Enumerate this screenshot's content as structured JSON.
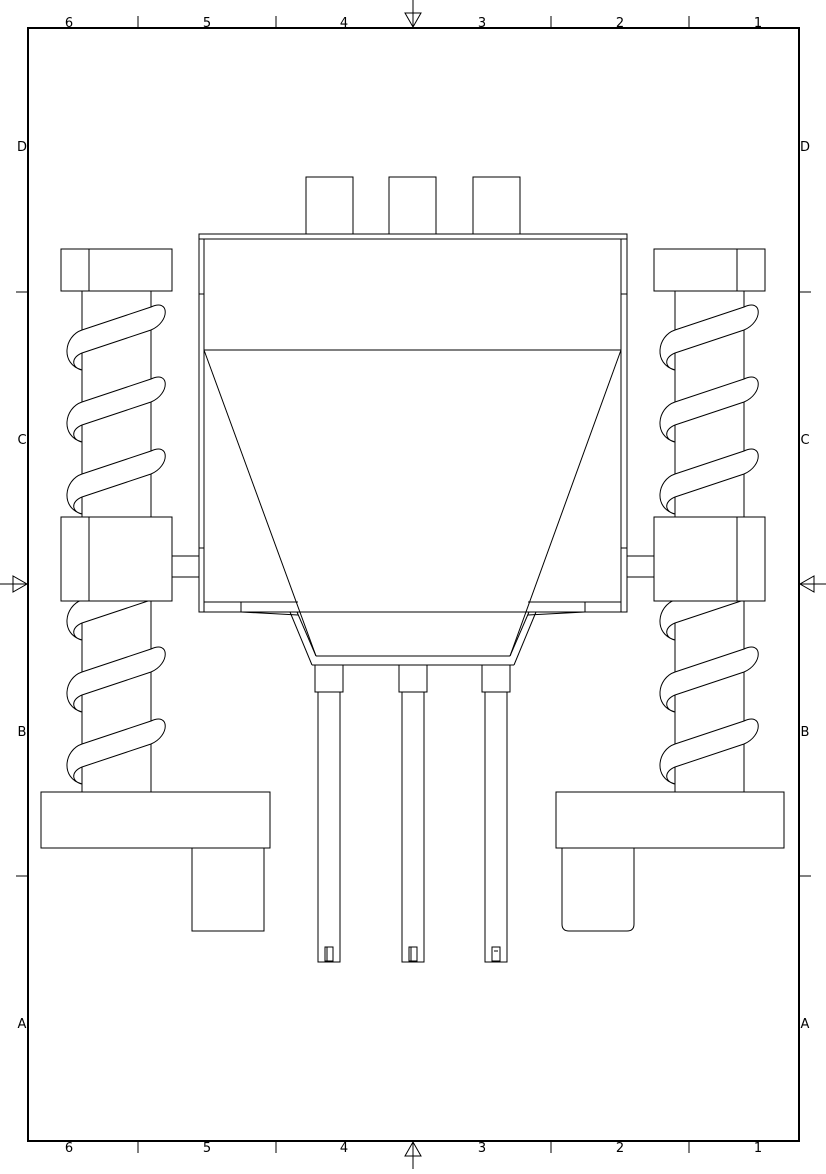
{
  "drawing": {
    "top_column_labels": [
      "6",
      "5",
      "4",
      "3",
      "2",
      "1"
    ],
    "bottom_column_labels": [
      "6",
      "5",
      "4",
      "3",
      "2",
      "1"
    ],
    "left_row_labels": [
      "D",
      "C",
      "B",
      "A"
    ],
    "right_row_labels": [
      "D",
      "C",
      "B",
      "A"
    ]
  }
}
